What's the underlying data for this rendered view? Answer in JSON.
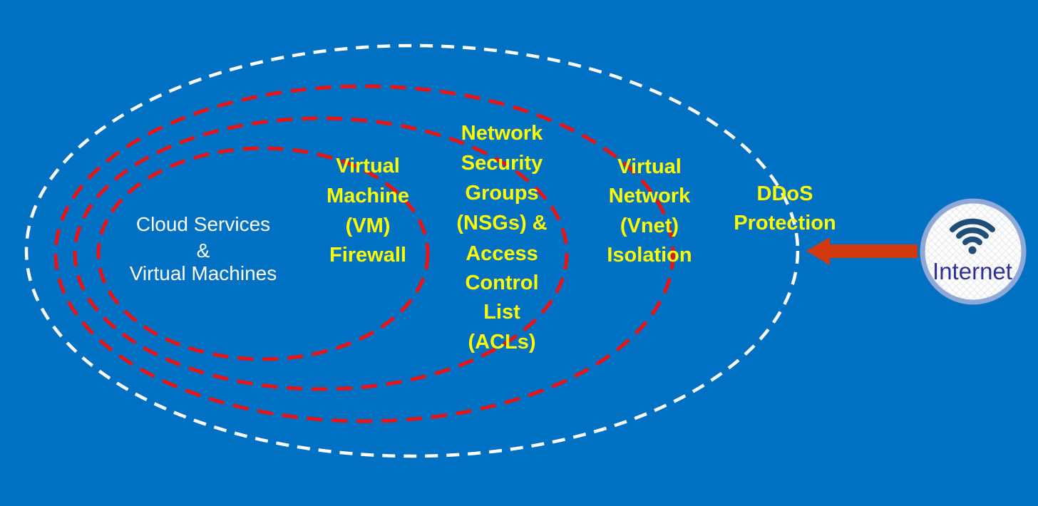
{
  "colors": {
    "background": "#0070C2",
    "outer_ring": "#FFFFFF",
    "inner_ring": "#EB1313",
    "layer_label": "#FFFF00",
    "core_label": "#FFFFFF",
    "arrow": "#D2390E",
    "wifi_icon": "#1F4E79",
    "internet_label": "#2E3192",
    "node_border": "#8FA9D6",
    "node_fill": "#FFFFFF",
    "hatch_line": "#DCDFE8"
  },
  "core": {
    "lines": [
      "Cloud Services",
      "&",
      "Virtual Machines"
    ]
  },
  "layers": [
    {
      "id": "vm-firewall",
      "lines": [
        "Virtual",
        "Machine",
        "(VM)",
        "Firewall"
      ]
    },
    {
      "id": "nsg-acl",
      "lines": [
        "Network",
        "Security",
        "Groups",
        "(NSGs) &",
        "Access",
        "Control",
        "List",
        "(ACLs)"
      ]
    },
    {
      "id": "vnet-isolation",
      "lines": [
        "Virtual",
        "Network",
        "(Vnet)",
        "Isolation"
      ]
    },
    {
      "id": "ddos-protection",
      "lines": [
        "DDoS",
        "Protection"
      ]
    }
  ],
  "internet": {
    "label": "Internet"
  }
}
